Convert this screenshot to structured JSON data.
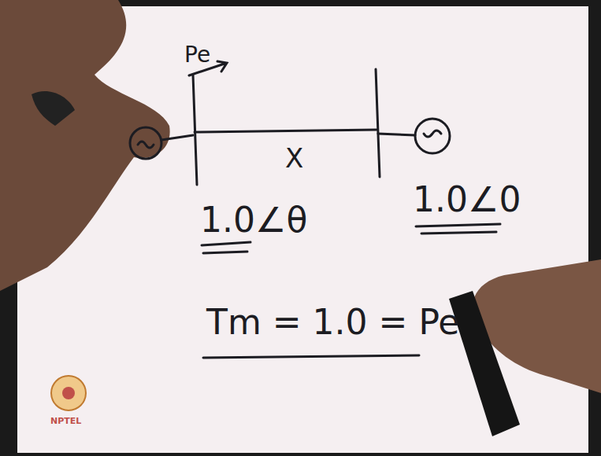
{
  "diagram": {
    "labels": [
      "Pe",
      "X",
      "1.0∠θ",
      "1.0∠0",
      "Tm = 1.0 = Pe",
      "NPTEL"
    ]
  }
}
